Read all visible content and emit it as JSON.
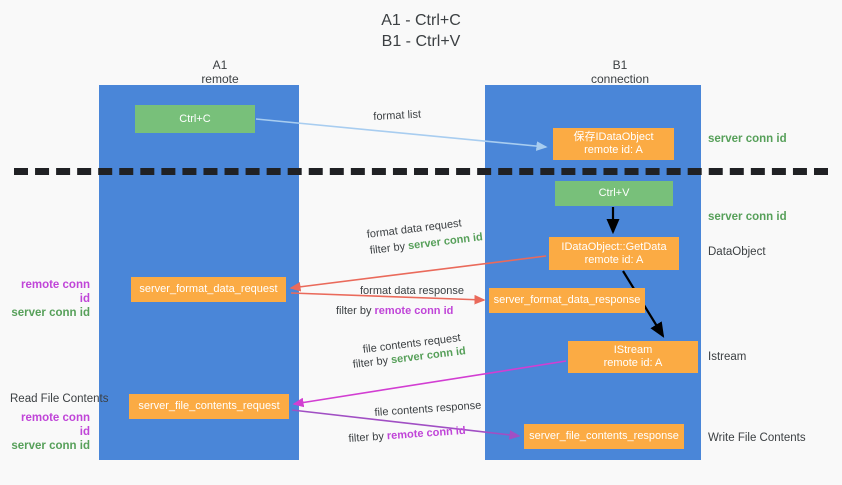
{
  "title": {
    "line1": "A1 - Ctrl+C",
    "line2": "B1 - Ctrl+V"
  },
  "columns": [
    {
      "name": "A1",
      "role": "remote"
    },
    {
      "name": "B1",
      "role": "connection"
    }
  ],
  "boxes": {
    "ctrl_c": {
      "label": "Ctrl+C",
      "color": "#78c07a"
    },
    "save_idataobject": {
      "line1": "保存IDataObject",
      "line2": "remote id: A",
      "color": "#fbab44"
    },
    "ctrl_v": {
      "label": "Ctrl+V",
      "color": "#78c07a"
    },
    "getdata": {
      "line1": "IDataObject::GetData",
      "line2": "remote id: A",
      "color": "#fbab44"
    },
    "format_data_request": {
      "label": "server_format_data_request",
      "color": "#fbab44"
    },
    "format_data_response": {
      "label": "server_format_data_response",
      "color": "#fbab44"
    },
    "istream": {
      "line1": "IStream",
      "line2": "remote id: A",
      "color": "#fbab44"
    },
    "file_contents_request": {
      "label": "server_file_contents_request",
      "color": "#fbab44"
    },
    "file_contents_response": {
      "label": "server_file_contents_response",
      "color": "#fbab44"
    }
  },
  "arrow_labels": {
    "format_list": "format list",
    "format_data_request": "format data request",
    "format_data_request_filter_prefix": "filter by ",
    "format_data_request_filter_value": "server conn id",
    "format_data_response": "format data response",
    "format_data_response_filter_prefix": "filter by ",
    "format_data_response_filter_value": "remote conn id",
    "file_contents_request": "file contents request",
    "file_contents_request_filter_prefix": "filter by ",
    "file_contents_request_filter_value": "server conn id",
    "file_contents_response": "file contents response",
    "file_contents_response_filter_prefix": "filter by ",
    "file_contents_response_filter_value": "remote conn id"
  },
  "side_labels": {
    "server_conn_id_top": "server conn id",
    "server_conn_id_mid": "server conn id",
    "dataobject": "DataObject",
    "istream": "Istream",
    "write_file_contents": "Write File Contents",
    "read_file_contents": "Read File Contents",
    "remote_conn_id": "remote conn id",
    "server_conn_id": "server conn id"
  },
  "colors": {
    "lane": "#4a86d8",
    "green_box": "#78c07a",
    "orange_box": "#fbab44",
    "remote_conn": "#c045d8",
    "server_conn": "#57a05a",
    "arrow_red": "#ea6a5b",
    "arrow_magenta": "#d23ed2",
    "arrow_purple": "#a14fc4",
    "arrow_light_blue": "#a8cdf0",
    "arrow_black": "#000000",
    "separator": "#202124",
    "background": "#f9f9f9"
  }
}
